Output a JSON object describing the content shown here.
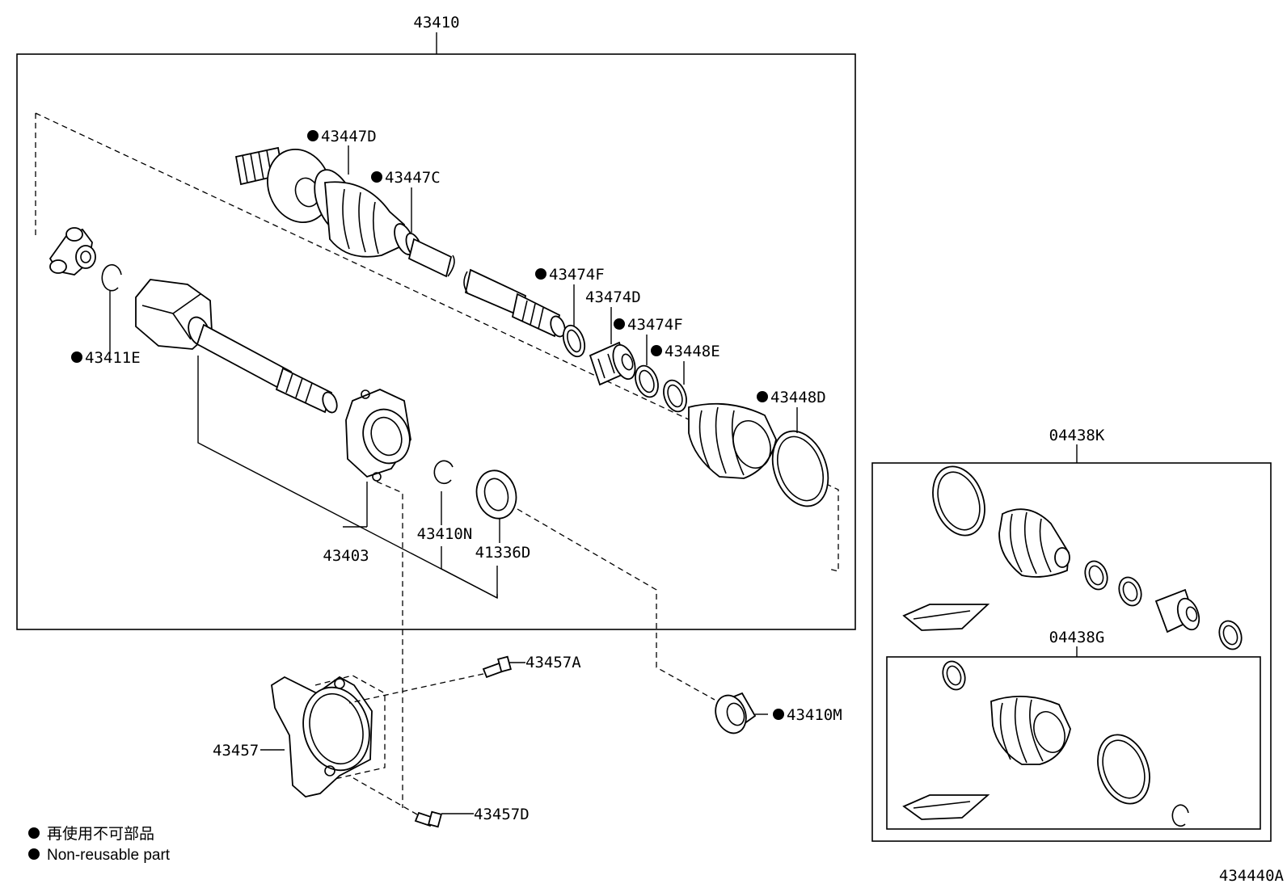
{
  "assembly_number": "43410",
  "kit_k_number": "04438K",
  "kit_g_number": "04438G",
  "part_labels": {
    "p43447D": "43447D",
    "p43447C": "43447C",
    "p43474F_a": "43474F",
    "p43474D": "43474D",
    "p43474F_b": "43474F",
    "p43448E": "43448E",
    "p43448D": "43448D",
    "p43411E": "43411E",
    "p43403": "43403",
    "p43410N": "43410N",
    "p41336D": "41336D",
    "p43457A": "43457A",
    "p43457": "43457",
    "p43410M": "43410M",
    "p43457D": "43457D"
  },
  "legend": {
    "line_ja": "再使用不可部品",
    "line_en": "Non-reusable part"
  },
  "figure_code": "434440A"
}
